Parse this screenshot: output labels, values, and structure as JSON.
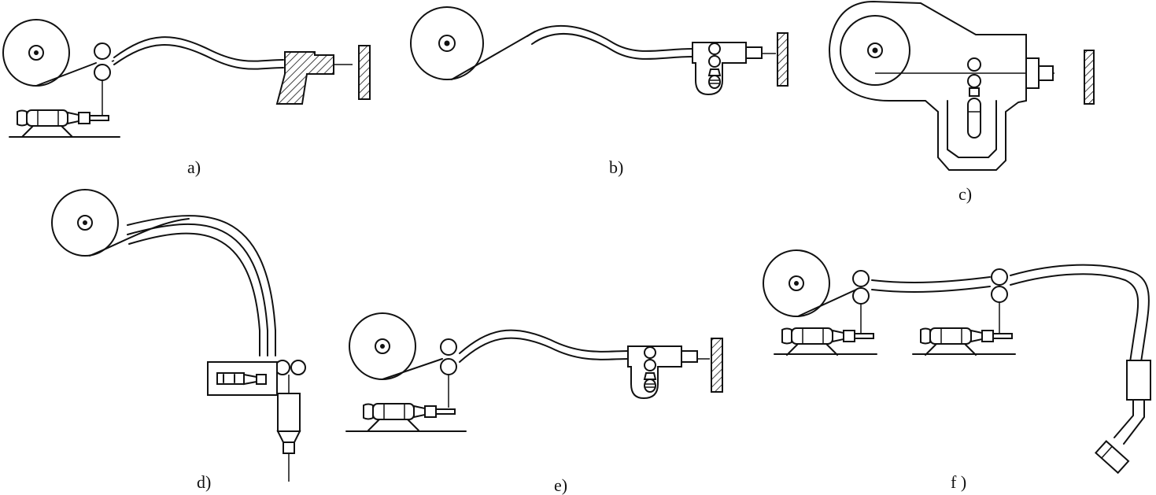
{
  "diagram": {
    "panels": [
      {
        "id": "a",
        "caption": "a)"
      },
      {
        "id": "b",
        "caption": "b)"
      },
      {
        "id": "c",
        "caption": "c)"
      },
      {
        "id": "d",
        "caption": "d)"
      },
      {
        "id": "e",
        "caption": "e)"
      },
      {
        "id": "f",
        "caption": "f )"
      }
    ],
    "colors": {
      "ink": "#111111",
      "background": "#ffffff"
    }
  }
}
